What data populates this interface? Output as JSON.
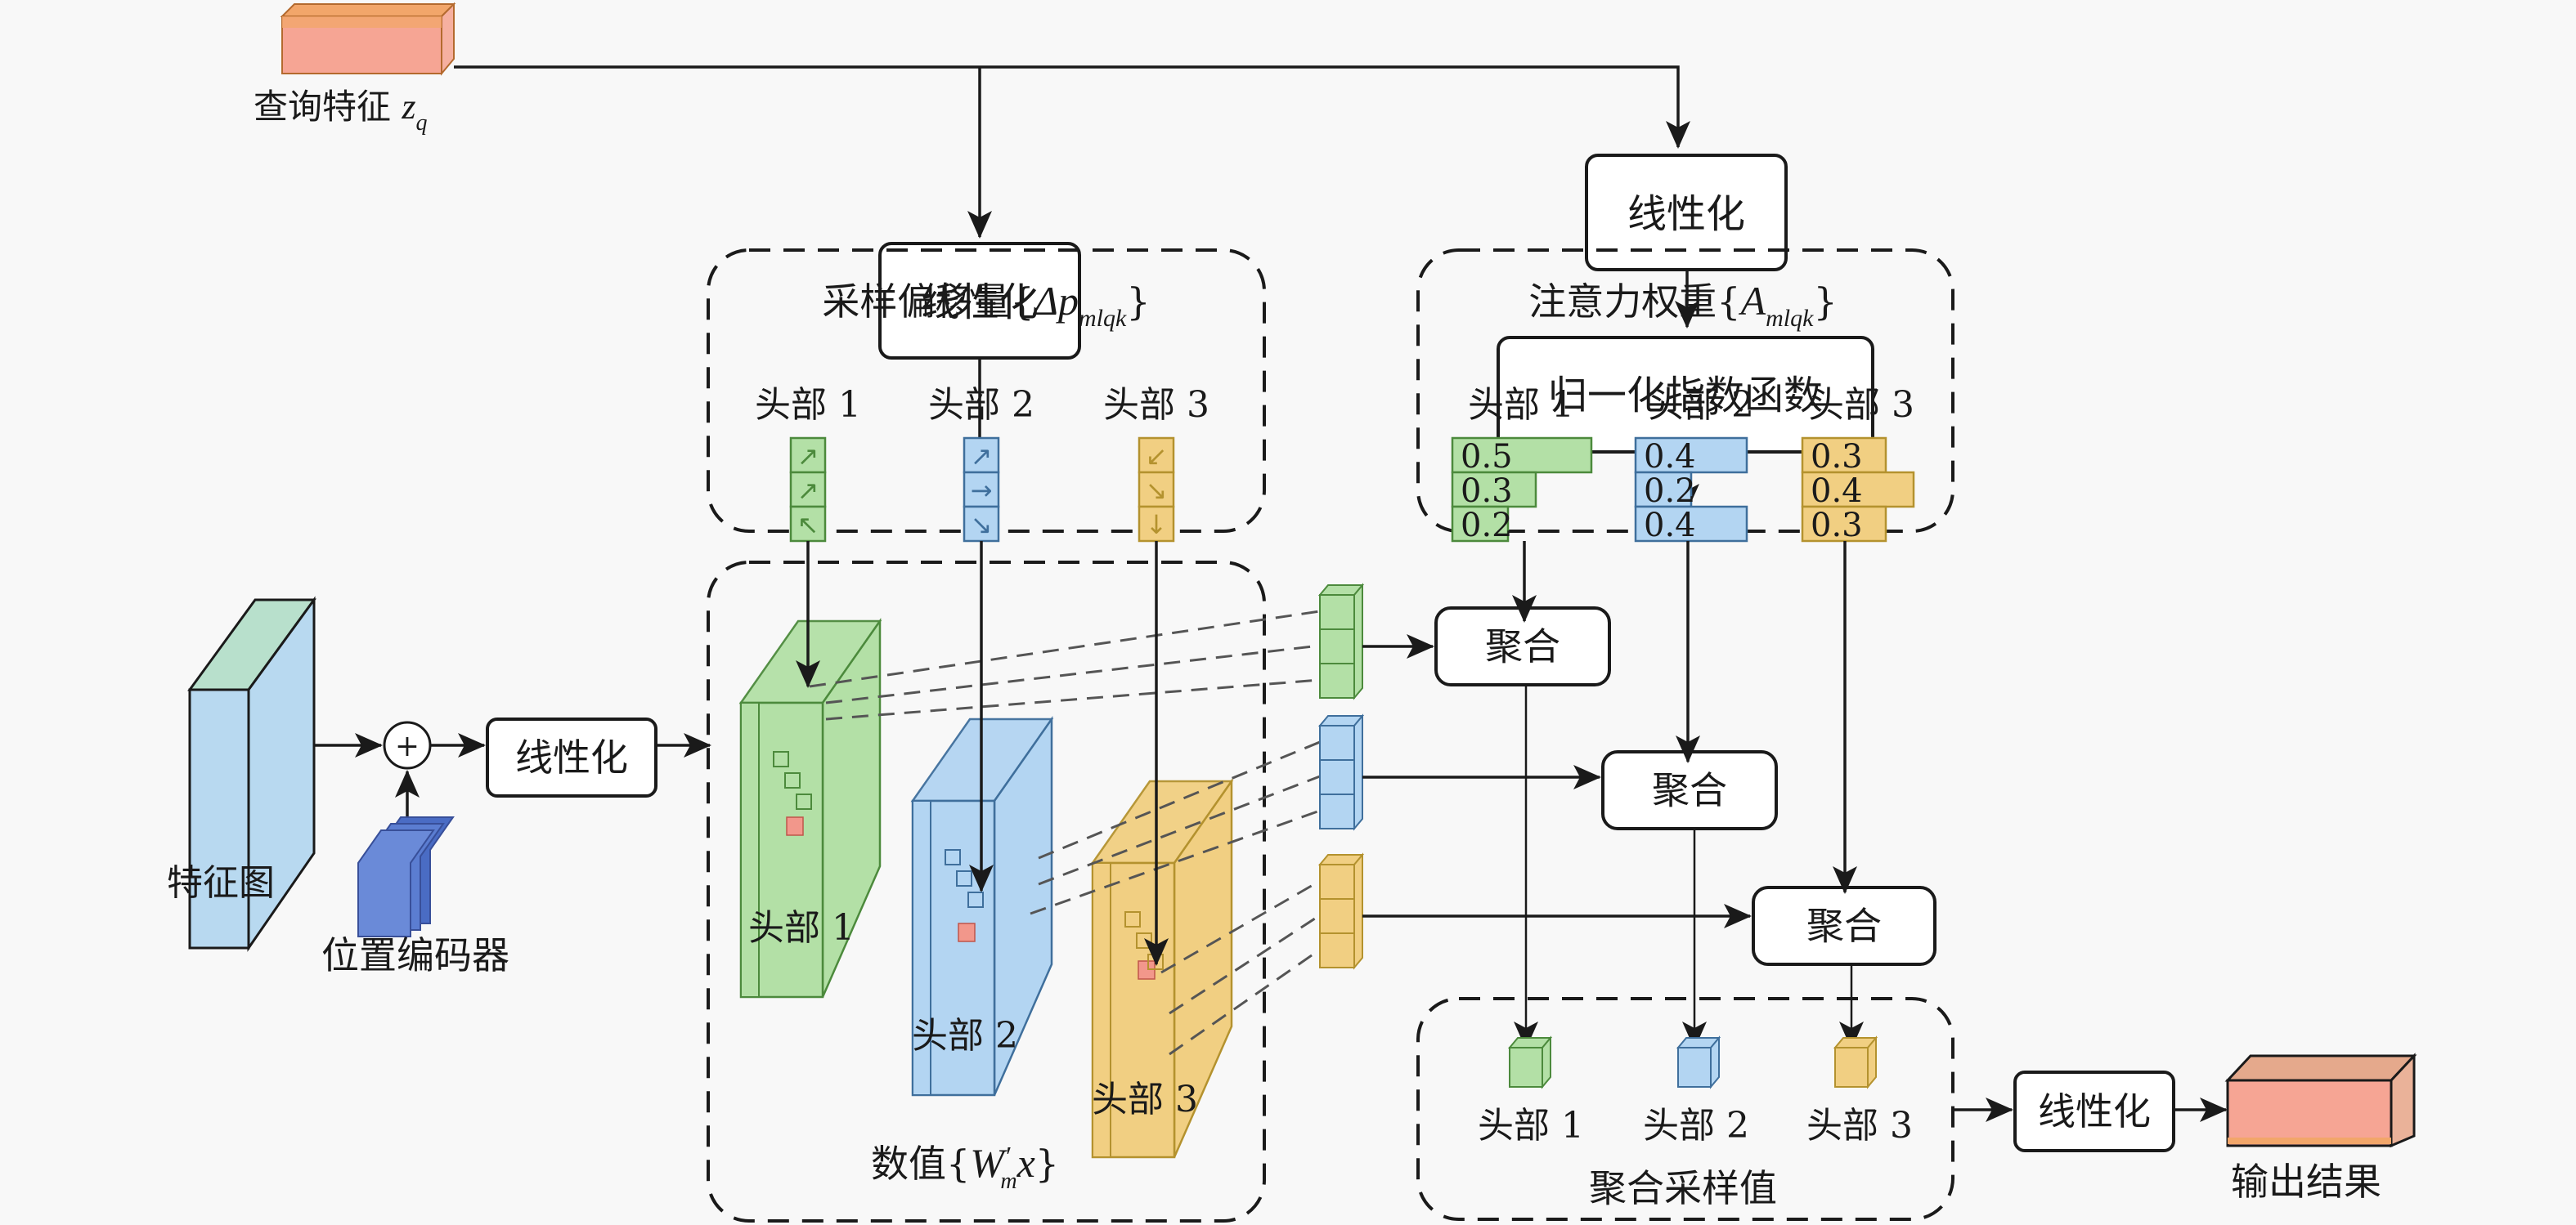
{
  "title": "Deformable attention module diagram",
  "colors": {
    "head1": "#b3e0a6",
    "head1_stroke": "#4c8a3c",
    "head2": "#b3d5f2",
    "head2_stroke": "#3f6f9c",
    "head3": "#f1cf82",
    "head3_stroke": "#b4922e",
    "query_output": "#f6a594",
    "query_output_edge": "#f2a66a",
    "feature_map": "#b8d9f0",
    "feature_map_edge": "#9fd3bf",
    "pos_encoder": "#5b7dd1",
    "sample_point": "#f2978b"
  },
  "query": {
    "label": "查询特征 ",
    "symbol": "z",
    "sub": "q"
  },
  "linear_labels": {
    "offset_linear": "线性化",
    "weight_linear": "线性化",
    "value_linear": "线性化",
    "output_linear": "线性化"
  },
  "softmax": "归一化指数函数",
  "offsets": {
    "title": "采样偏移量{",
    "symbol": "Δp",
    "sub": "mlqk",
    "close": "}",
    "heads": [
      {
        "label": "头部 1",
        "arrows": [
          "↗",
          "↗",
          "↖"
        ]
      },
      {
        "label": "头部 2",
        "arrows": [
          "↗",
          "→",
          "↘"
        ]
      },
      {
        "label": "头部 3",
        "arrows": [
          "↙",
          "↘",
          "↓"
        ]
      }
    ]
  },
  "weights": {
    "title": "注意力权重{",
    "symbol": "A",
    "sub": "mlqk",
    "close": "}",
    "heads": [
      {
        "label": "头部 1",
        "values": [
          0.5,
          0.3,
          0.2
        ]
      },
      {
        "label": "头部 2",
        "values": [
          0.4,
          0.2,
          0.4
        ]
      },
      {
        "label": "头部 3",
        "values": [
          0.3,
          0.4,
          0.3
        ]
      }
    ]
  },
  "feature_map": {
    "label": "特征图"
  },
  "pos_encoder": {
    "label": "位置编码器"
  },
  "plus": "+",
  "values": {
    "title": "数值{",
    "symbol": "W",
    "prime": "′",
    "sub": "m",
    "var": "x",
    "close": "}",
    "heads": [
      "头部 1",
      "头部 2",
      "头部 3"
    ]
  },
  "aggregate": [
    "聚合",
    "聚合",
    "聚合"
  ],
  "aggregated": {
    "title": "聚合采样值",
    "heads": [
      "头部 1",
      "头部 2",
      "头部 3"
    ]
  },
  "output": {
    "label": "输出结果"
  }
}
